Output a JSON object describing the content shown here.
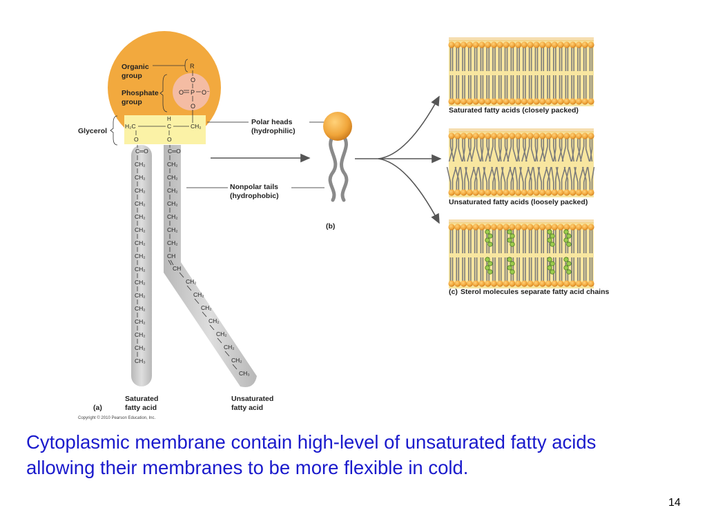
{
  "labels": {
    "organic_group": [
      "Organic",
      "group"
    ],
    "phosphate_group": [
      "Phosphate",
      "group"
    ],
    "glycerol": "Glycerol",
    "polar_heads": [
      "Polar heads",
      "(hydrophilic)"
    ],
    "nonpolar_tails": [
      "Nonpolar tails",
      "(hydrophobic)"
    ],
    "panel_a": "(a)",
    "panel_b": "(b)",
    "saturated_fatty_acid": [
      "Saturated",
      "fatty acid"
    ],
    "unsaturated_fatty_acid": [
      "Unsaturated",
      "fatty acid"
    ],
    "copyright": "Copyright © 2010 Pearson Education, Inc.",
    "panel_c_saturated": "Saturated fatty acids (closely packed)",
    "panel_c_unsaturated": "Unsaturated fatty acids (loosely packed)",
    "panel_c_sterol_prefix": "(c)",
    "panel_c_sterol": "Sterol molecules separate fatty acid chains"
  },
  "chem": {
    "R": "R",
    "O": "O",
    "P": "P",
    "Ominus": "O⁻",
    "H": "H",
    "C": "C",
    "H2C": "H₂C",
    "CH2": "CH₂",
    "CH3": "CH₃",
    "CH": "CH",
    "C_eq_O": "C═O"
  },
  "caption": "Cytoplasmic membrane contain high-level of unsaturated fatty acids allowing their membranes to be more flexible in cold.",
  "page_number": "14",
  "colors": {
    "head": "#f0a53a",
    "phosphate": "#f4b8a0",
    "glycerol_box": "#fbf0a0",
    "tail_bar": "#c8c8c8",
    "membrane_core": "#f8e6a0",
    "sterol": "#9ccc4e",
    "caption": "#1a1acc"
  }
}
